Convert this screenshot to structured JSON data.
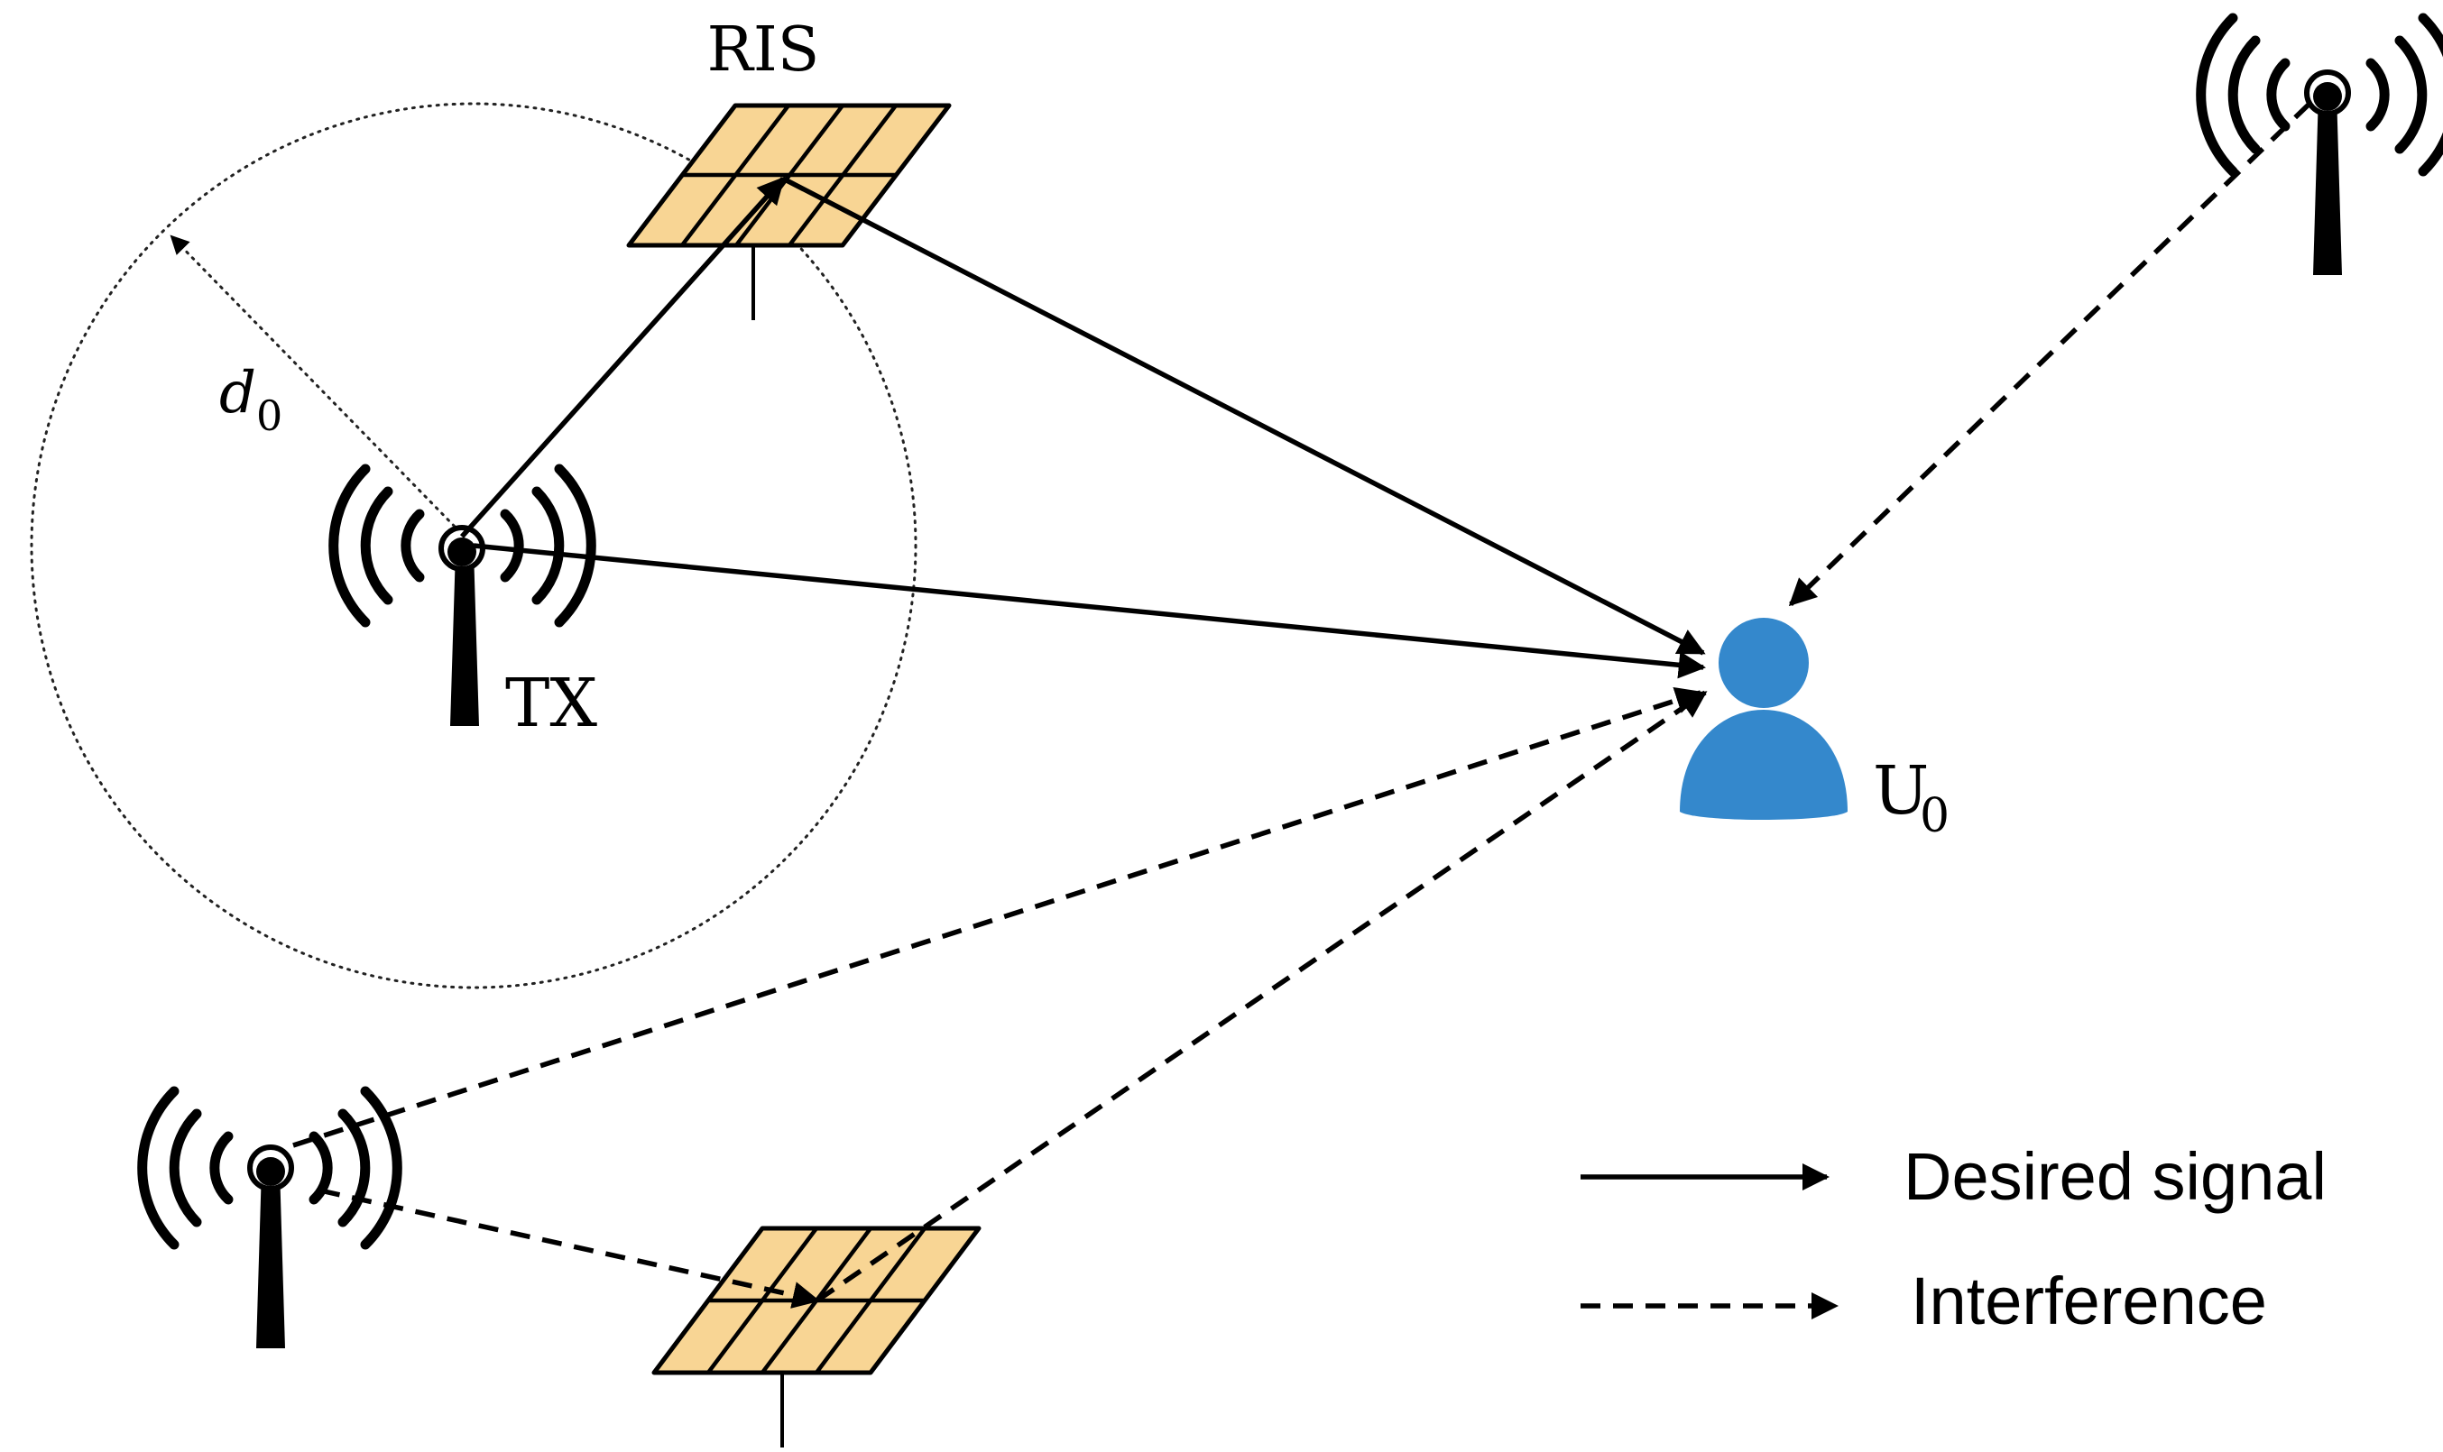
{
  "labels": {
    "ris": "RIS",
    "tx": "TX",
    "user_main": "U",
    "user_sub": "0",
    "radius_main": "d",
    "radius_sub": "0"
  },
  "legend": {
    "desired": "Desired signal",
    "interference": "Interference"
  },
  "colors": {
    "ris_panel": "#f8d594",
    "user": "#3488cc",
    "line": "#000000"
  }
}
